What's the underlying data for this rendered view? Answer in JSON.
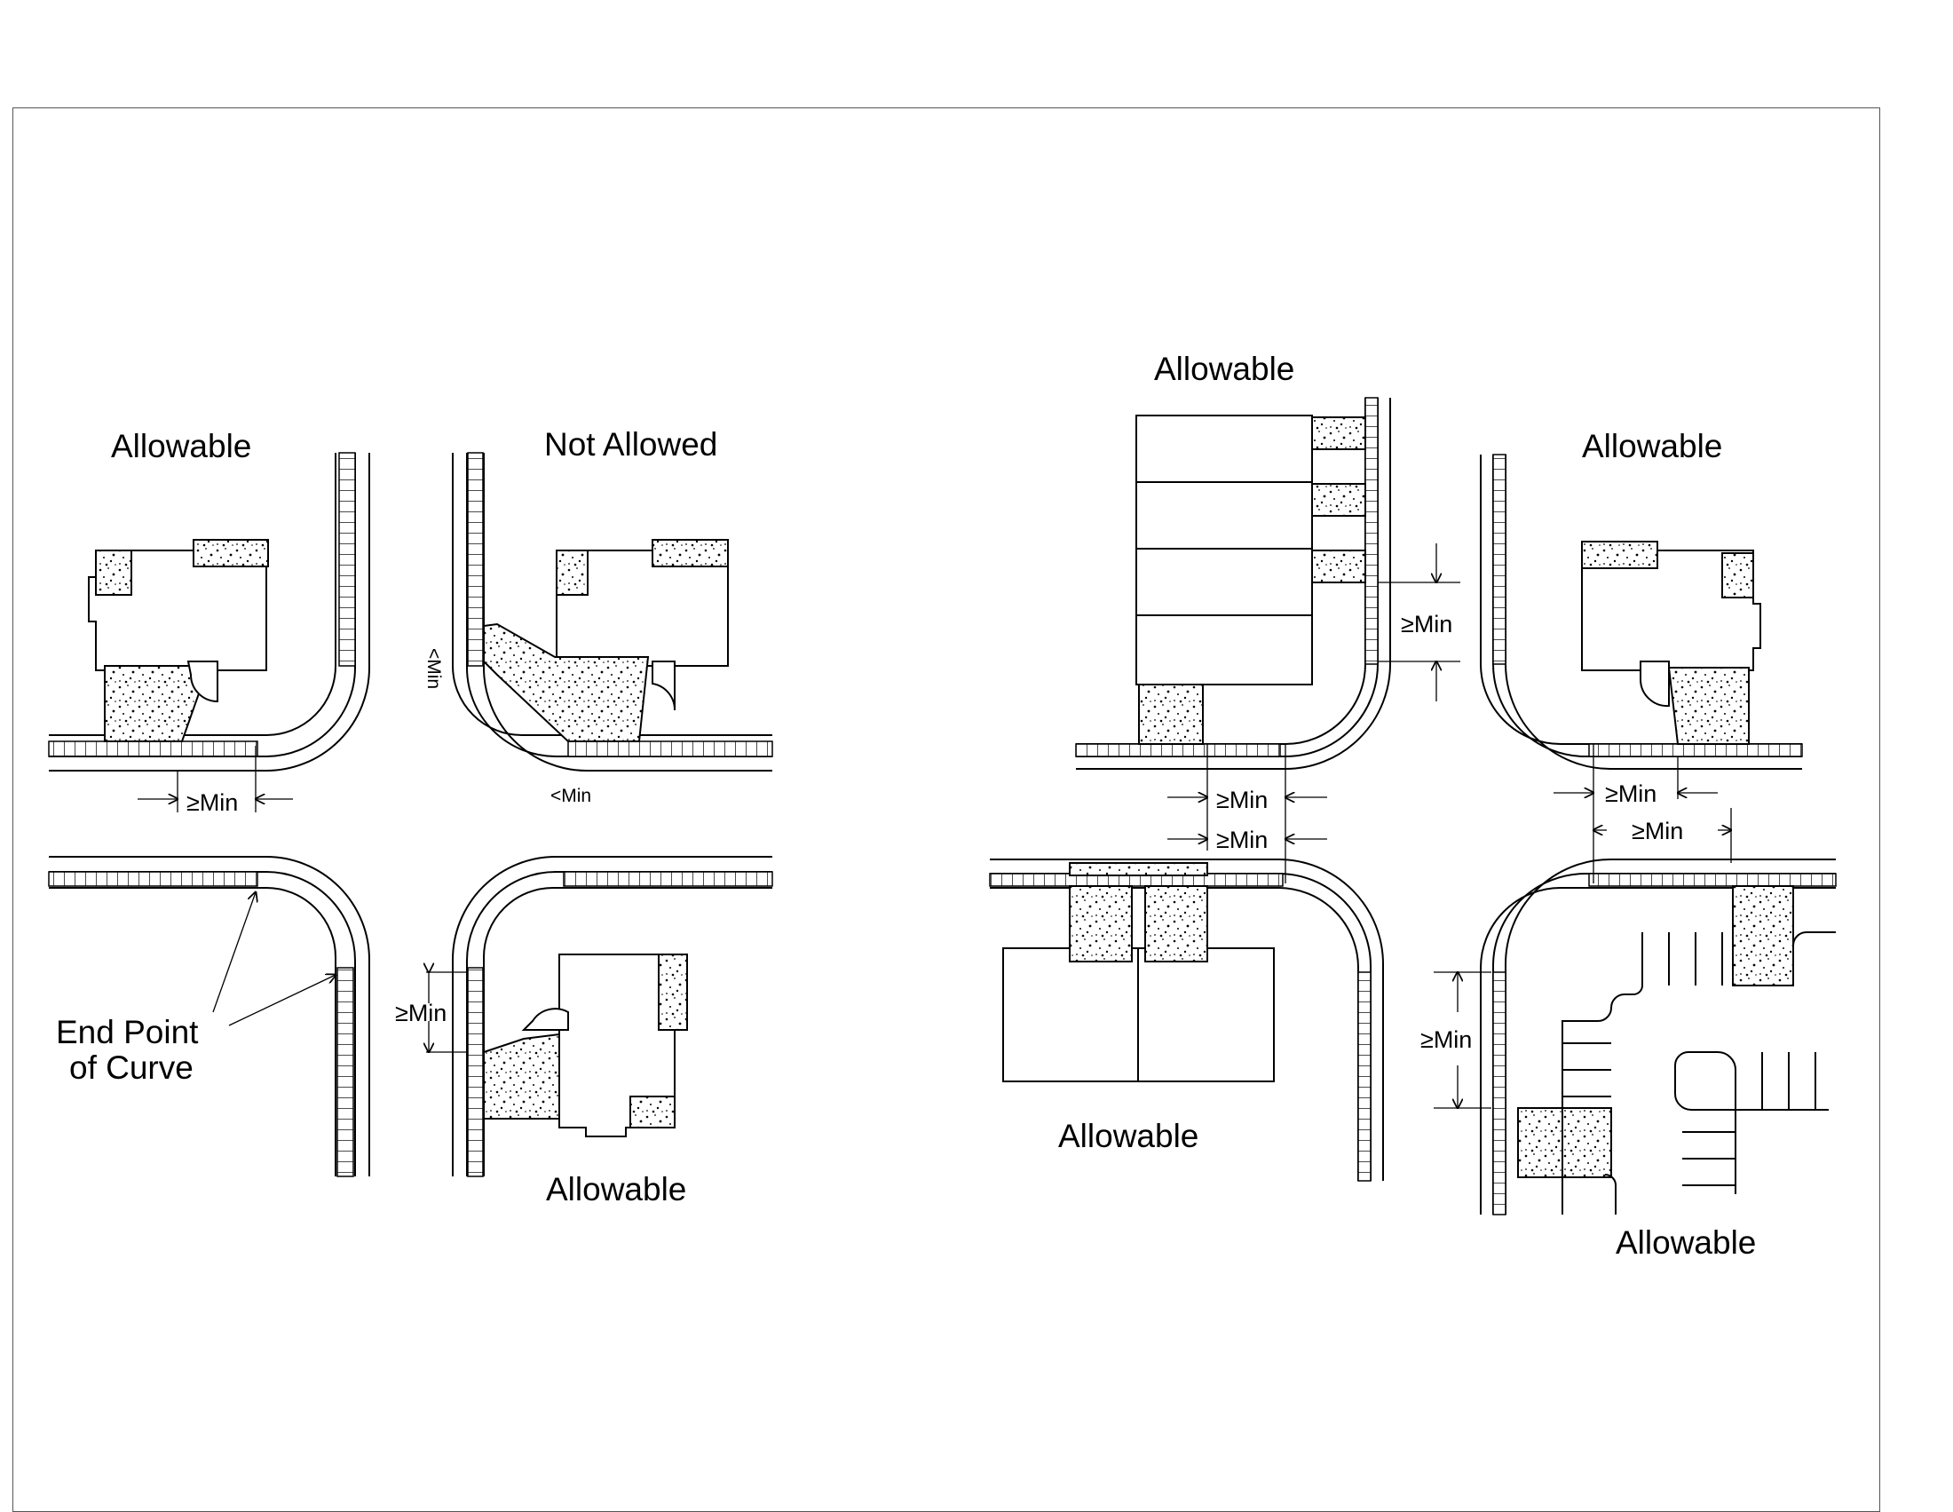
{
  "labels": {
    "allowable_1": "Allowable",
    "not_allowed": "Not Allowed",
    "end_point_line1": "End Point",
    "end_point_line2": "of Curve",
    "allowable_2": "Allowable",
    "allowable_3": "Allowable",
    "allowable_4": "Allowable",
    "allowable_5": "Allowable",
    "allowable_6": "Allowable"
  },
  "dimensions": {
    "ge_min": "≥Min",
    "lt_min": "<Min"
  }
}
